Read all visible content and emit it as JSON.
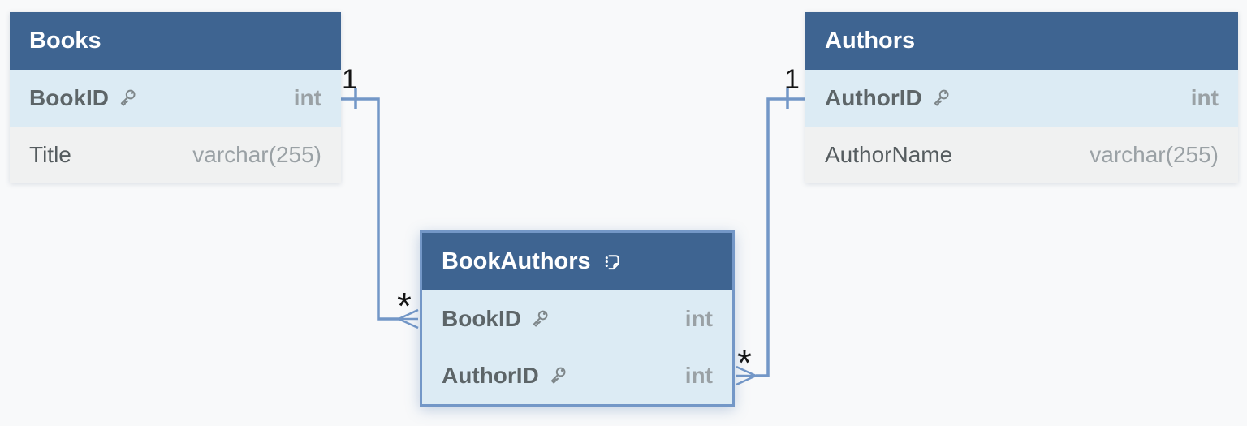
{
  "diagram": {
    "colors": {
      "canvas_bg": "#f8f9fa",
      "table_header_bg": "#3e6491",
      "pk_row_bg": "#dcebf4",
      "row_bg": "#f0f1f1",
      "connector": "#7397c7",
      "selected_table_border": "#7397c7",
      "header_text": "#ffffff",
      "field_name_text": "#5d6568",
      "field_type_text": "#9aa1a5",
      "cardinality_text": "#141414"
    },
    "tables": [
      {
        "name": "Books",
        "has_note": false,
        "fields": [
          {
            "name": "BookID",
            "type": "int",
            "primary_key": true
          },
          {
            "name": "Title",
            "type": "varchar(255)",
            "primary_key": false
          }
        ]
      },
      {
        "name": "Authors",
        "has_note": false,
        "fields": [
          {
            "name": "AuthorID",
            "type": "int",
            "primary_key": true
          },
          {
            "name": "AuthorName",
            "type": "varchar(255)",
            "primary_key": false
          }
        ]
      },
      {
        "name": "BookAuthors",
        "has_note": true,
        "fields": [
          {
            "name": "BookID",
            "type": "int",
            "primary_key": true
          },
          {
            "name": "AuthorID",
            "type": "int",
            "primary_key": true
          }
        ]
      }
    ],
    "relationships": [
      {
        "from_table": "Books",
        "from_field": "BookID",
        "to_table": "BookAuthors",
        "to_field": "BookID",
        "from_cardinality": "1",
        "to_cardinality": "*"
      },
      {
        "from_table": "Authors",
        "from_field": "AuthorID",
        "to_table": "BookAuthors",
        "to_field": "AuthorID",
        "from_cardinality": "1",
        "to_cardinality": "*"
      }
    ]
  }
}
